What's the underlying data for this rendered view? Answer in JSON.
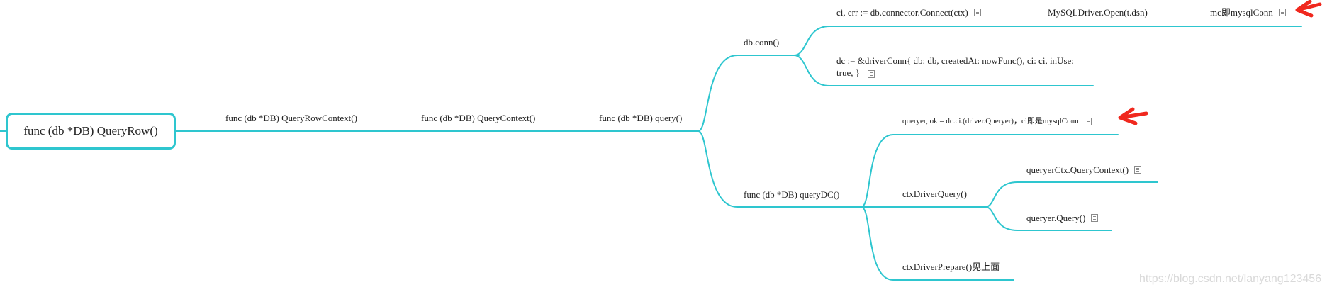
{
  "root": {
    "label": "func (db *DB) QueryRow()"
  },
  "nodes": {
    "query_row_context": "func (db *DB) QueryRowContext()",
    "query_context": "func (db *DB) QueryContext()",
    "query": "func (db *DB) query()",
    "db_conn": "db.conn()",
    "connect": "ci, err := db.connector.Connect(ctx)",
    "mysql_open": "MySQLDriver.Open(t.dsn)",
    "mc_note": "mc即mysqlConn",
    "driver_conn": "dc := &driverConn{ db: db, createdAt: nowFunc(), ci: ci, inUse: true, }",
    "query_dc": "func (db *DB) queryDC()",
    "queryer": "queryer, ok = dc.ci.(driver.Queryer)，ci即是mysqlConn",
    "ctx_driver_query": "ctxDriverQuery()",
    "queryer_ctx": "queryerCtx.QueryContext()",
    "queryer_query": "queryer.Query()",
    "ctx_driver_prepare": "ctxDriverPrepare()见上面"
  },
  "watermark": "https://blog.csdn.net/lanyang123456",
  "colors": {
    "connector": "#2ec6cf",
    "arrow": "#f0281e"
  }
}
